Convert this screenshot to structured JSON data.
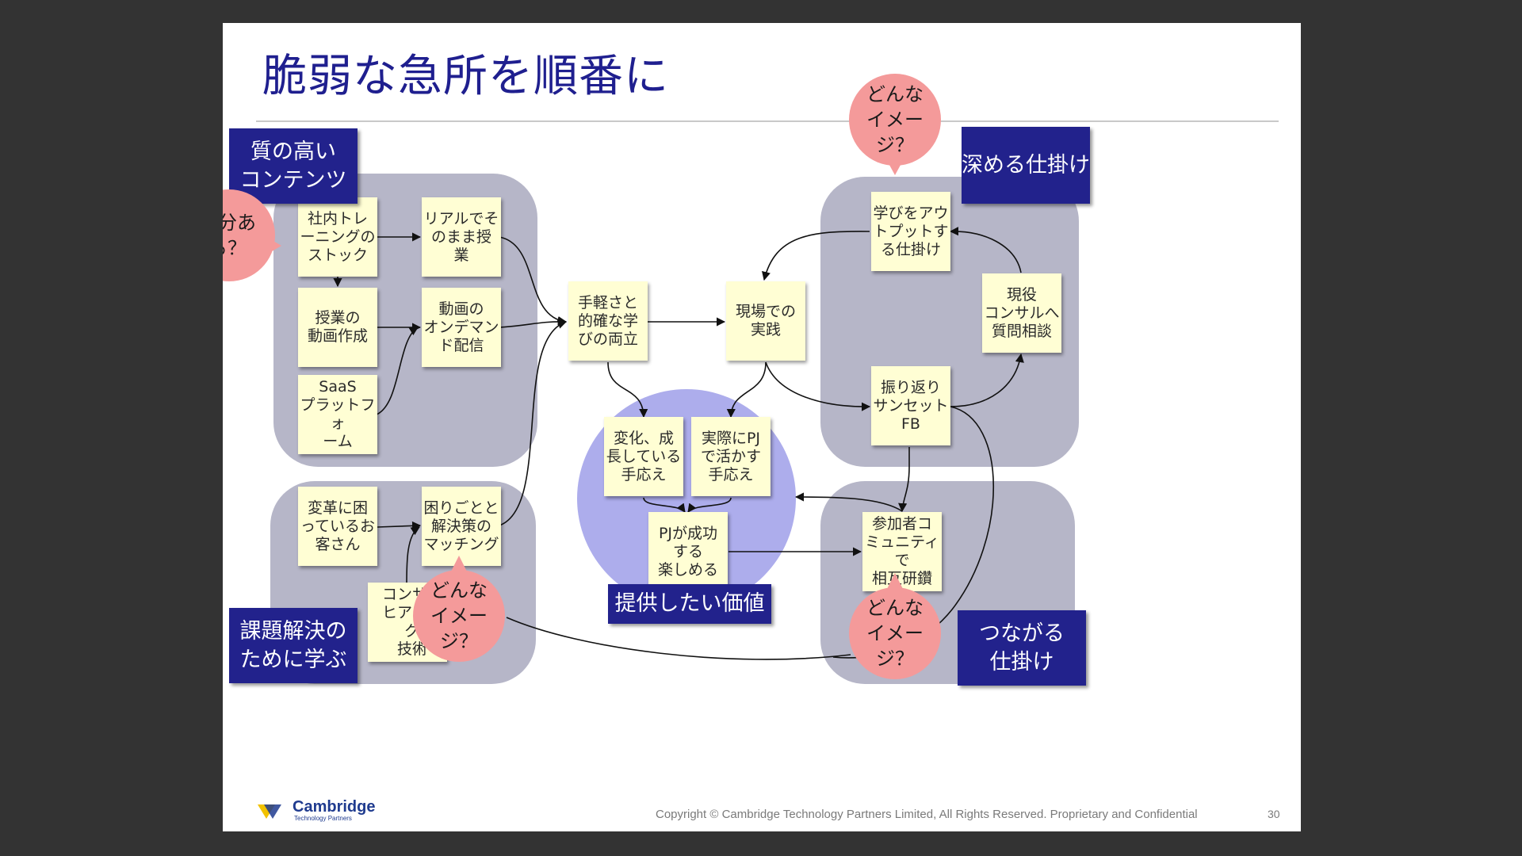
{
  "slide": {
    "title": "脆弱な急所を順番に",
    "copyright": "Copyright © Cambridge Technology Partners Limited,   All Rights Reserved. Proprietary and Confidential",
    "page_number": "30",
    "logo": {
      "name": "Cambridge",
      "sub": "Technology Partners"
    }
  },
  "labels": {
    "content": "質の高い\nコンテンツ",
    "deepen": "深める仕掛け",
    "problem": "課題解決の\nために学ぶ",
    "value": "提供したい価値",
    "connect": "つながる\n仕掛け"
  },
  "notes": {
    "inhouse_training": "社内トレ\nーニングの\nストック",
    "real_class": "リアルでそ\nのまま授\n業",
    "video_make": "授業の\n動画作成",
    "video_ondemand": "動画の\nオンデマン\nド配信",
    "saas": "SaaS\nプラットフォ\nーム",
    "customer": "変革に困\nっているお\n客さん",
    "matching": "困りごとと\n解決策の\nマッチング",
    "consultant_hearing": "コンサル\nヒアリング\n技術",
    "easy_learning": "手軽さと\n的確な学\nびの両立",
    "practice": "現場での\n実践",
    "output": "学びをアウ\nトプットす\nる仕掛け",
    "active_consult": "現役\nコンサルへ\n質問相談",
    "review": "振り返り\nサンセット\nFB",
    "growth": "変化、成\n長している\n手応え",
    "pj_use": "実際にPJ\nで活かす\n手応え",
    "pj_success": "PJが成功\nする\n楽しめる",
    "community": "参加者コ\nミュニティで\n相互研鑽"
  },
  "bubbles": {
    "enough": "十分ある？",
    "image_top": "どんな\nイメージ？",
    "image_left": "どんな\nイメージ？",
    "image_right": "どんな\nイメージ？"
  },
  "colors": {
    "label_bg": "#22228c",
    "group_bg": "#b6b6c8",
    "value_circle": "#adadec",
    "sticky": "#fffed4",
    "bubble": "#f49a9a",
    "title": "#1f1f8f"
  }
}
